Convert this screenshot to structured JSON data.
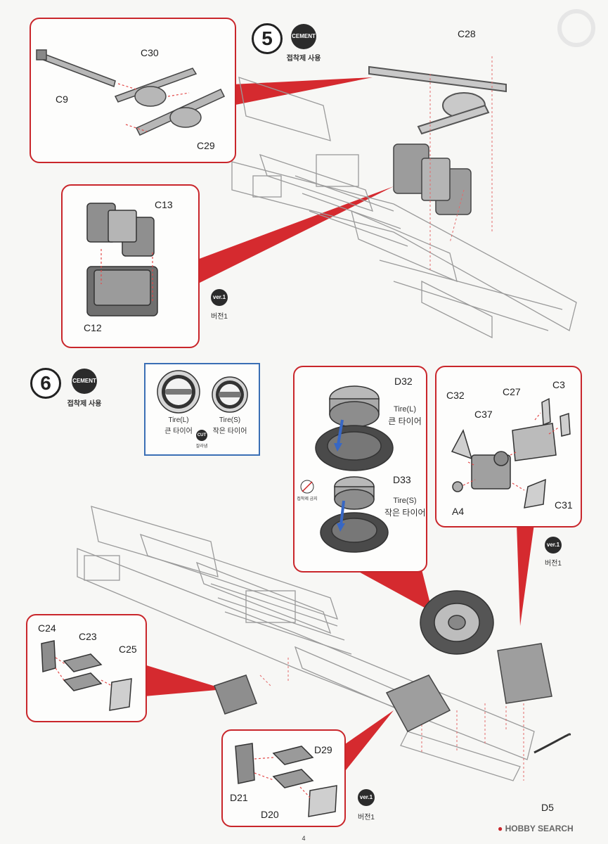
{
  "step5": {
    "number": "5",
    "cement_badge": "CEMENT",
    "cement_caption": "접착제 사용",
    "parts_axle_panel": [
      "C30",
      "C9",
      "C29"
    ],
    "part_main_axle": "C28",
    "parts_tank_panel": [
      "C13",
      "C12"
    ],
    "ver_badge": "ver.1",
    "ver_caption": "버전1"
  },
  "step6": {
    "number": "6",
    "cement_badge": "CEMENT",
    "cement_caption": "접착제 사용",
    "tire_large_label": "Tire(L)",
    "tire_large_korean": "큰 타이어",
    "tire_small_label": "Tire(S)",
    "tire_small_korean": "작은 타이어",
    "cut_badge": "CUT",
    "cut_caption": "잘라냄",
    "wheel_parts": [
      "D32",
      "D33"
    ],
    "no_cement_caption": "접착제 금지",
    "box_parts": [
      "C32",
      "C27",
      "C3",
      "C37",
      "A4",
      "C31"
    ],
    "battery_parts": [
      "C24",
      "C23",
      "C25"
    ],
    "toolbox_parts": [
      "D29",
      "D21",
      "D20"
    ],
    "bracket_part": "D5",
    "ver_badge": "ver.1",
    "ver_caption": "버전1"
  },
  "footer": {
    "page_number": "4",
    "watermark": "HOBBY SEARCH"
  }
}
